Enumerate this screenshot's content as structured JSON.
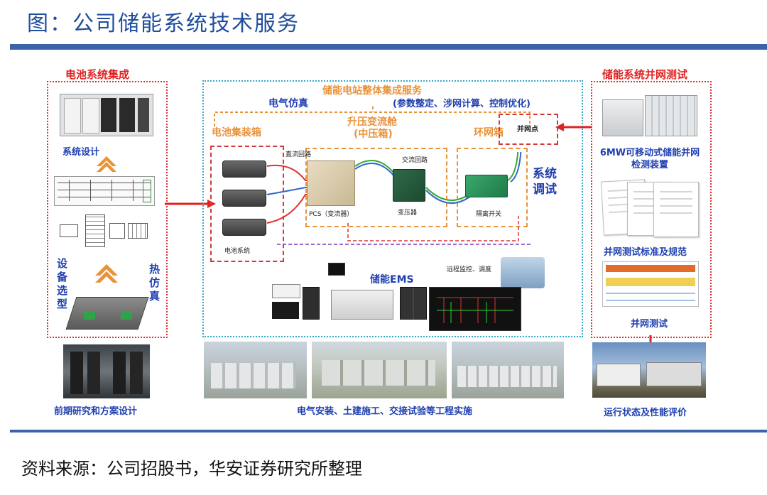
{
  "page": {
    "title": "图：公司储能系统技术服务",
    "source": "资料来源：公司招股书，华安证券研究所整理"
  },
  "left": {
    "header": "电池系统集成",
    "system_design": "系统设计",
    "equipment_selection": "设备选型",
    "thermal_simulation": "热仿真",
    "caption": "前期研究和方案设计"
  },
  "center": {
    "header": "储能电站整体集成服务",
    "subheader": "(参数整定、涉网计算、控制优化)",
    "electrical_sim": "电气仿真",
    "battery_container": "电池集装箱",
    "booster_title": "升压变流舱",
    "booster_sub": "(中压箱)",
    "ring_cabinet": "环网箱",
    "grid_point": "并网点",
    "dc_loop": "直流回路",
    "ac_loop": "交流回路",
    "pcs_label": "PCS（变流器）",
    "transformer_label": "变压器",
    "isolation_switch": "隔离开关",
    "system_debug": "系统调试",
    "battery_system": "电池系统",
    "ems": "储能EMS",
    "remote": "远程监控、调度",
    "caption": "电气安装、土建施工、交接试验等工程实施"
  },
  "right": {
    "header": "储能系统并网测试",
    "device": "6MW可移动式储能并网检测装置",
    "standards": "并网测试标准及规范",
    "grid_test": "并网测试",
    "caption": "运行状态及性能评价"
  },
  "colors": {
    "title_blue": "#1f4e9c",
    "rule_blue": "#3b64a8",
    "red": "#e02222",
    "navy": "#1f3fb0",
    "orange": "#e8923a",
    "cyan": "#33a9c9"
  }
}
